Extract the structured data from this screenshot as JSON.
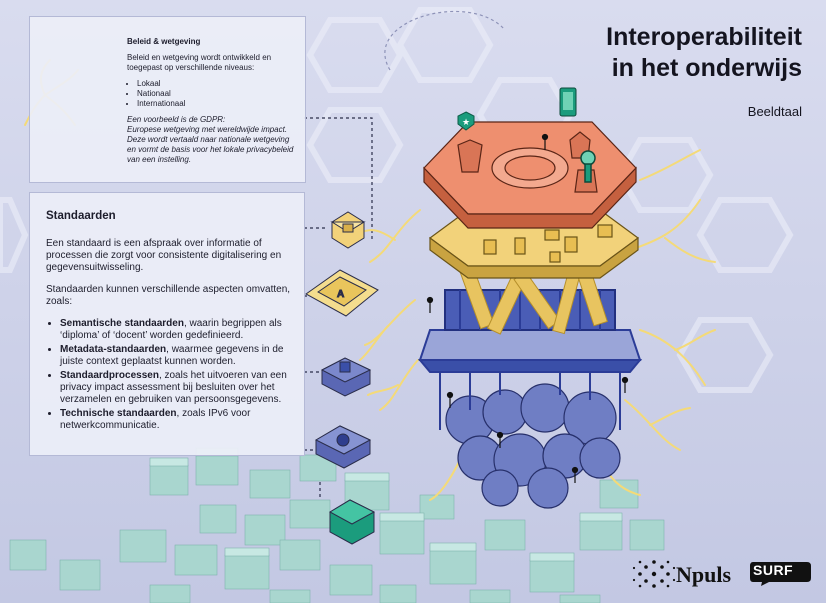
{
  "title": {
    "line1": "Interoperabiliteit",
    "line2": "in het onderwijs"
  },
  "subtitle": "Beeldtaal",
  "beleid": {
    "heading": "Beleid & wetgeving",
    "intro": "Beleid en wetgeving wordt ontwikkeld en toegepast op verschillende niveaus:",
    "levels": [
      "Lokaal",
      "Nationaal",
      "Internationaal"
    ],
    "example_line1": "Een voorbeeld is de GDPR:",
    "example_line2": "Europese wetgeving met wereldwijde impact. Deze wordt vertaald naar nationale wetgeving en vormt de basis voor het lokale privacybeleid van een instelling."
  },
  "standaarden": {
    "heading": "Standaarden",
    "p1": "Een standaard is een afspraak over informatie of processen die zorgt voor consistente digitalisering en gegevensuitwisseling.",
    "p2": "Standaarden kunnen verschillende aspecten omvatten, zoals:",
    "items": [
      {
        "term": "Semantische standaarden",
        "desc": ", waarin begrippen als ‘diploma’ of ‘docent’ worden gedefinieerd."
      },
      {
        "term": "Metadata-standaarden",
        "desc": ", waarmee gegevens in de juiste context geplaatst kunnen worden."
      },
      {
        "term": "Standaardprocessen",
        "desc": ", zoals het uitvoeren van een privacy impact assessment bij besluiten over het verzamelen en gebruiken van persoonsgegevens."
      },
      {
        "term": "Technische standaarden",
        "desc": ", zoals IPv6 voor netwerkcommunicatie."
      }
    ]
  },
  "logos": {
    "npuls": "Npuls",
    "surf": "SURF"
  },
  "colors": {
    "background": "#c9cde6",
    "top_layer": "#ee8f6f",
    "standards_layer": "#f2d27a",
    "structure_layer": "#3a4fa8",
    "spheres": "#6f7ec4",
    "data_cubes": "#9ed0c9",
    "roots": "#f5dc7a",
    "accent_green": "#1b9c7d"
  },
  "icons": [
    "shield-check-icon",
    "smartphone-icon",
    "search-magnifier-icon",
    "npuls-dots-logo",
    "surf-logo"
  ]
}
